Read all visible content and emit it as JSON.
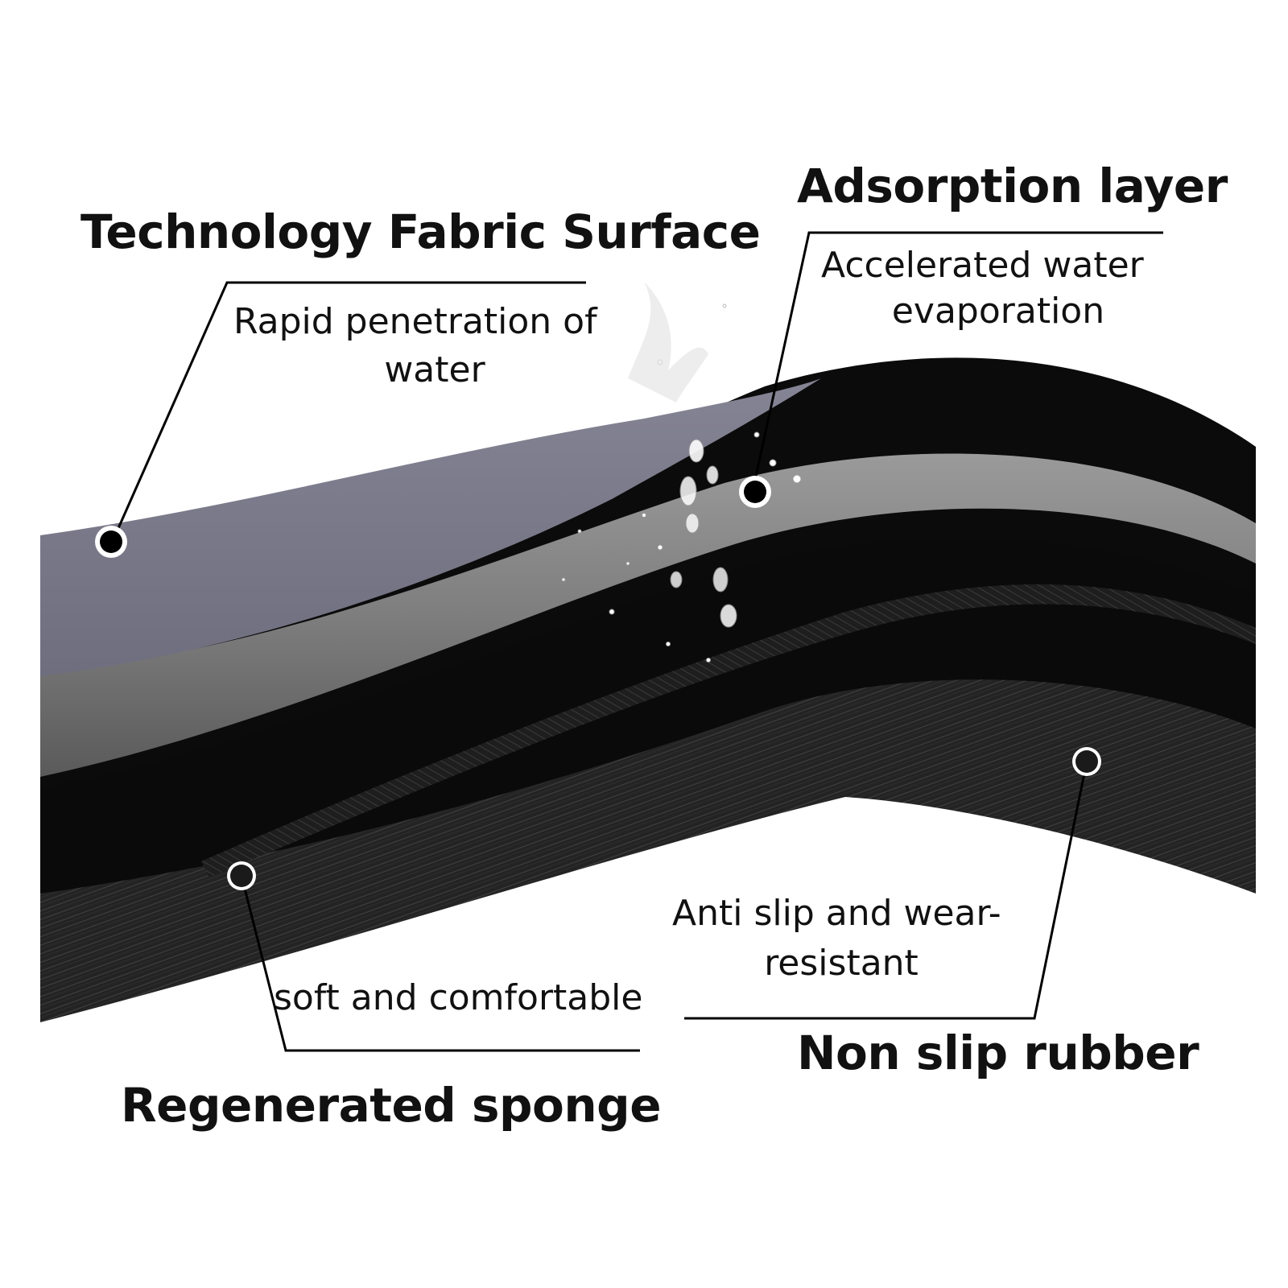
{
  "labels": {
    "fabric": {
      "title": "Technology Fabric Surface",
      "desc_line1": "Rapid penetration of",
      "desc_line2": "water"
    },
    "adsorption": {
      "title": "Adsorption layer",
      "desc_line1": "Accelerated water",
      "desc_line2": "evaporation"
    },
    "rubber": {
      "title": "Non slip rubber",
      "desc_line1": "Anti slip and wear-",
      "desc_line2": "resistant"
    },
    "sponge": {
      "title": "Regenerated sponge",
      "desc_line1": "soft and comfortable"
    }
  },
  "colors": {
    "fabric_top": "#7d7c8c",
    "fabric_edge": "#1a1a1a",
    "adsorption_band": "#8c8c8c",
    "sponge_dark": "#0a0a0a",
    "rubber_texture": "#2a2a2a",
    "leader_line": "#000000",
    "background": "#ffffff"
  },
  "icons": {
    "marker": "ring-dot-icon",
    "water": "water-droplet-icon"
  }
}
